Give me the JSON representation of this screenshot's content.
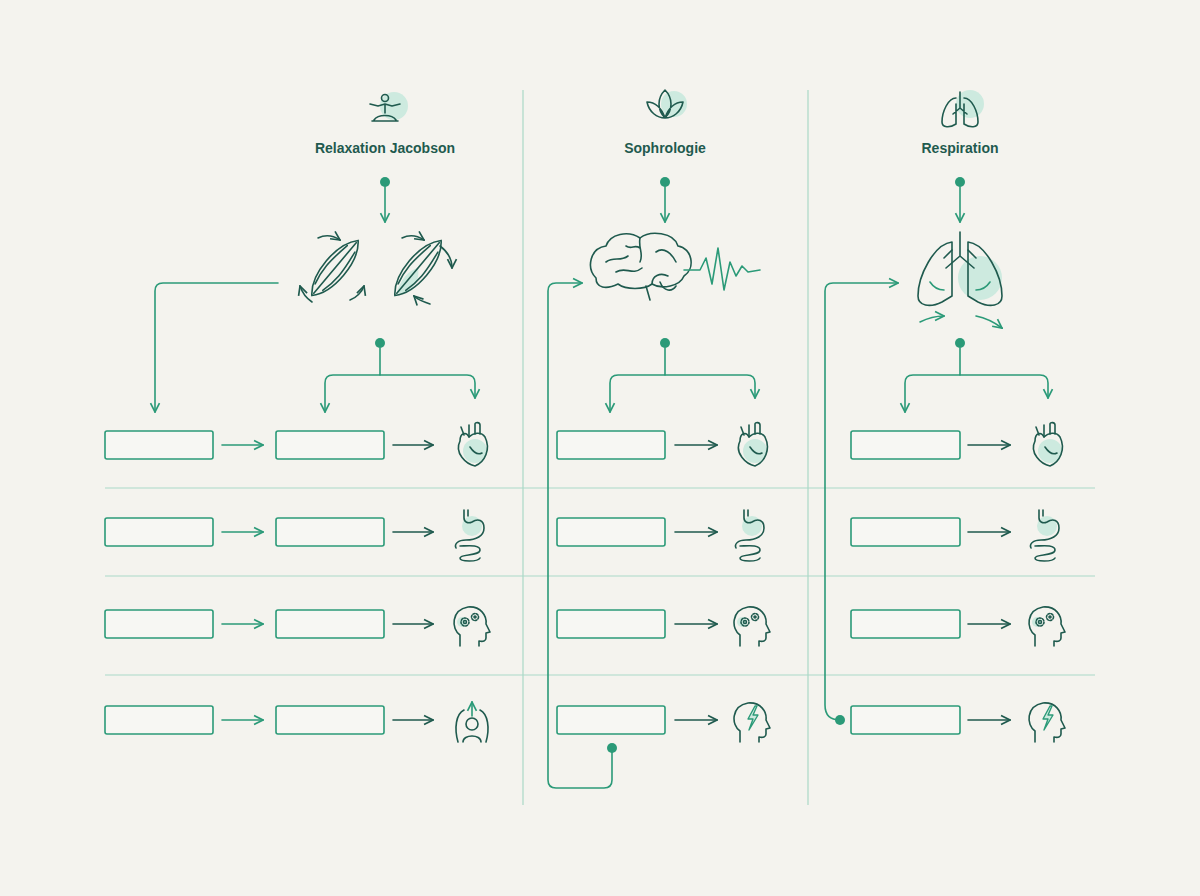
{
  "diagram": {
    "labels": [
      "Relaxation Jacobson",
      "Sophrologie",
      "Respiration"
    ]
  }
}
